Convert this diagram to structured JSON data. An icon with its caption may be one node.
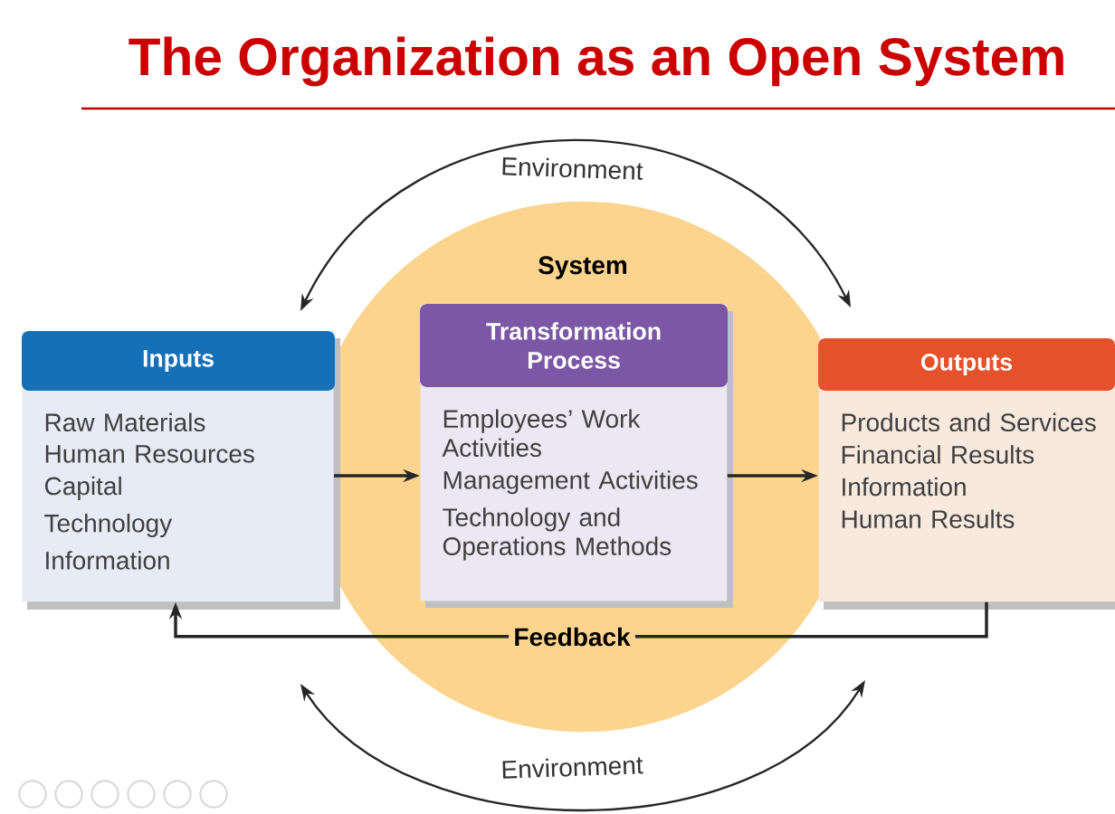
{
  "diagram": {
    "title": "The Organization as an Open System",
    "nodes": [
      {
        "text": [
          "System"
        ]
      },
      {
        "text": [
          "Inputs",
          "Raw Materials",
          "Human Resources",
          "Capital",
          "Technology",
          "Information"
        ]
      },
      {
        "text": [
          "Transformation Process",
          "Employees’ Work Activities",
          "Management Activities",
          "Technology and Operations Methods"
        ],
        "in": 0
      },
      {
        "text": [
          "Outputs",
          "Products and Services",
          "Financial Results",
          "Information",
          "Human Results"
        ]
      }
    ],
    "edges": [
      {
        "from": 1,
        "to": 2,
        "arrow": "to"
      },
      {
        "from": 2,
        "to": 3,
        "arrow": "to"
      },
      {
        "from": 3,
        "to": 1,
        "arrow": "to",
        "label": "Feedback"
      }
    ],
    "labels": [
      "Environment",
      "Environment"
    ]
  }
}
